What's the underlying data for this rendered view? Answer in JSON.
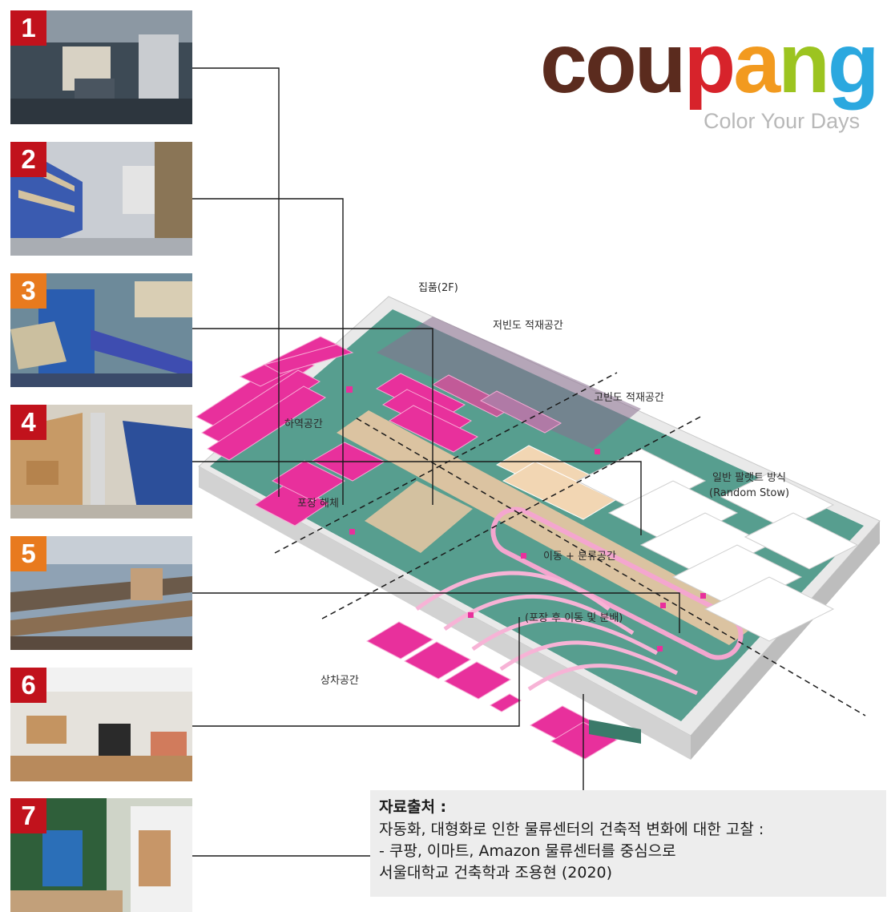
{
  "brand": {
    "name_letters": [
      "c",
      "o",
      "u",
      "p",
      "a",
      "n",
      "g"
    ],
    "letter_colors": [
      "#5b2b1e",
      "#5b2b1e",
      "#5b2b1e",
      "#d7232b",
      "#f29a1f",
      "#9cc420",
      "#2ba8df"
    ],
    "tagline": "Color Your Days"
  },
  "steps": [
    {
      "number": "1",
      "badge_color": "#c1121c"
    },
    {
      "number": "2",
      "badge_color": "#c1121c"
    },
    {
      "number": "3",
      "badge_color": "#e87a1e"
    },
    {
      "number": "4",
      "badge_color": "#c1121c"
    },
    {
      "number": "5",
      "badge_color": "#e87a1e"
    },
    {
      "number": "6",
      "badge_color": "#c1121c"
    },
    {
      "number": "7",
      "badge_color": "#c1121c"
    }
  ],
  "zones": {
    "picking": "집품(2F)",
    "low_freq_storage": "저빈도 적재공간",
    "high_freq_storage": "고빈도 적재공간",
    "pallet_method_line1": "일반 팔랫트 방식",
    "pallet_method_line2": "(Random Stow)",
    "unloading": "하역공간",
    "packing": "포장 해체",
    "move_sort": "이동 + 분류공간",
    "post_pack": "(포장 후 이동 및 분배)",
    "loading": "상차공간"
  },
  "source": {
    "title": "자료출처 :",
    "lines": [
      "자동화, 대형화로 인한 물류센터의 건축적 변화에 대한 고찰 :",
      "- 쿠팡, 이마트, Amazon 물류센터를 중심으로",
      "서울대학교 건축학과 조용현 (2020)"
    ]
  },
  "colors": {
    "floor": "#4f9a8a",
    "magenta": "#e8309c",
    "peach": "#f2c9a4",
    "grey_slab": "#dcdcdc"
  }
}
